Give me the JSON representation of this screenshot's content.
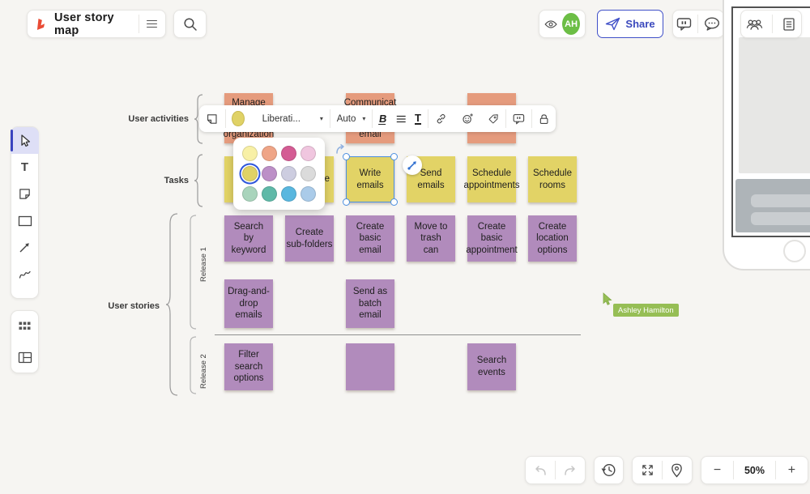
{
  "app": {
    "title": "User story map"
  },
  "header": {
    "share_label": "Share",
    "avatar": {
      "initials": "AH",
      "color": "#6CBE45"
    },
    "accent_blue": "#4050C8"
  },
  "toolbar": {
    "fill_color": "#E0D266",
    "font_label": "Liberati...",
    "size_label": "Auto",
    "bold_label": "B",
    "underline_label": "T",
    "caret": "▾"
  },
  "palette": {
    "colors": [
      "#F8F0A6",
      "#EFA587",
      "#D45C94",
      "#F0C6DF",
      "#E0D266",
      "#BC8FC7",
      "#CDCDE0",
      "#DBDBDB",
      "#A9D4BC",
      "#5FB9A8",
      "#59B7DF",
      "#AACBE9"
    ],
    "selected_index": 4
  },
  "map": {
    "section_labels": {
      "activities": "User activities",
      "tasks": "Tasks",
      "stories": "User stories"
    },
    "release_labels": {
      "r1": "Release 1",
      "r2": "Release 2"
    },
    "activity_notes": [
      {
        "top": "Manage",
        "bottom": "organization"
      },
      {
        "top": "Communicat",
        "bottom": "email"
      },
      {
        "top": "",
        "bottom": ""
      }
    ],
    "task_notes": [
      "",
      "e",
      "Write\nemails",
      "Send\nemails",
      "Schedule\nappointments",
      "Schedule\nrooms"
    ],
    "story_notes_r1a": [
      "Search\nby\nkeyword",
      "Create\nsub-folders",
      "Create\nbasic\nemail",
      "Move to\ntrash\ncan",
      "Create\nbasic\nappointment",
      "Create\nlocation\noptions"
    ],
    "story_notes_r1b": [
      "Drag-and-drop\nemails",
      "Send as\nbatch\nemail"
    ],
    "story_notes_r2": [
      "Filter\nsearch\noptions",
      "",
      "Search\nevents"
    ]
  },
  "collaborator": {
    "name": "Ashley Hamilton",
    "color": "#96BE55"
  },
  "zoom_controls": {
    "minus": "−",
    "level": "50%",
    "plus": "+"
  }
}
